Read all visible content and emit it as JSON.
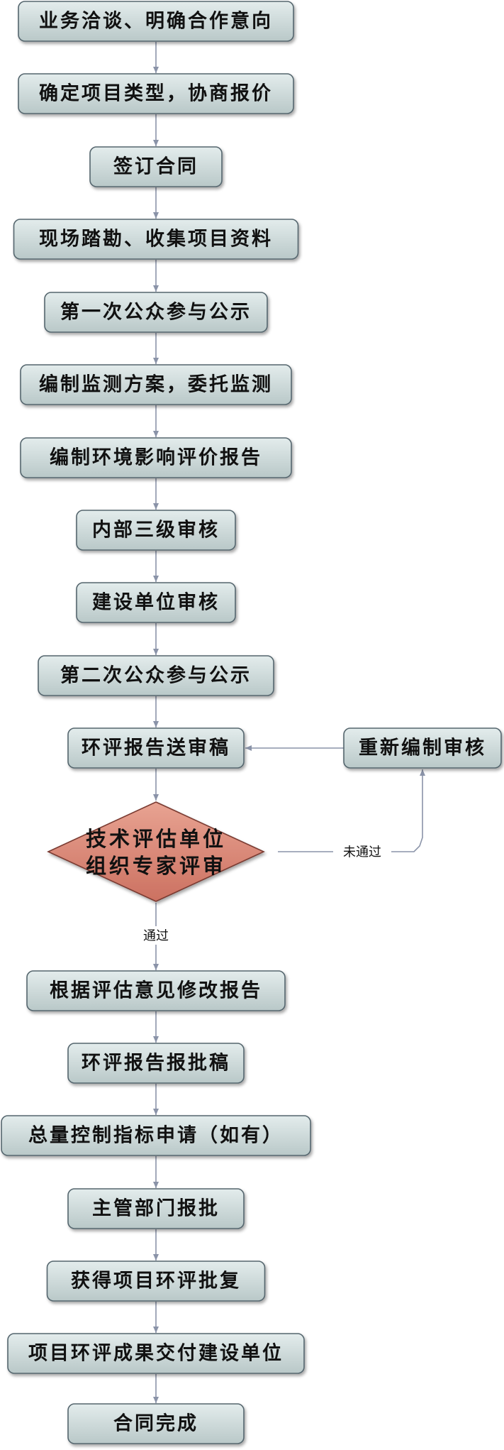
{
  "colors": {
    "box_fill_top": "#e3ecec",
    "box_fill_bottom": "#b9c8c8",
    "diamond_fill_top": "#e8a392",
    "diamond_fill_bottom": "#cc7161",
    "connector": "#8a93a8"
  },
  "steps": [
    "业务洽谈、明确合作意向",
    "确定项目类型，协商报价",
    "签订合同",
    "现场踏勘、收集项目资料",
    "第一次公众参与公示",
    "编制监测方案，委托监测",
    "编制环境影响评价报告",
    "内部三级审核",
    "建设单位审核",
    "第二次公众参与公示",
    "环评报告送审稿"
  ],
  "decision": {
    "line1": "技术评估单位",
    "line2": "组织专家评审"
  },
  "revise_box": "重新编制审核",
  "labels": {
    "fail": "未通过",
    "pass": "通过"
  },
  "after_steps": [
    "根据评估意见修改报告",
    "环评报告报批稿",
    "总量控制指标申请（如有）",
    "主管部门报批",
    "获得项目环评批复",
    "项目环评成果交付建设单位",
    "合同完成"
  ]
}
